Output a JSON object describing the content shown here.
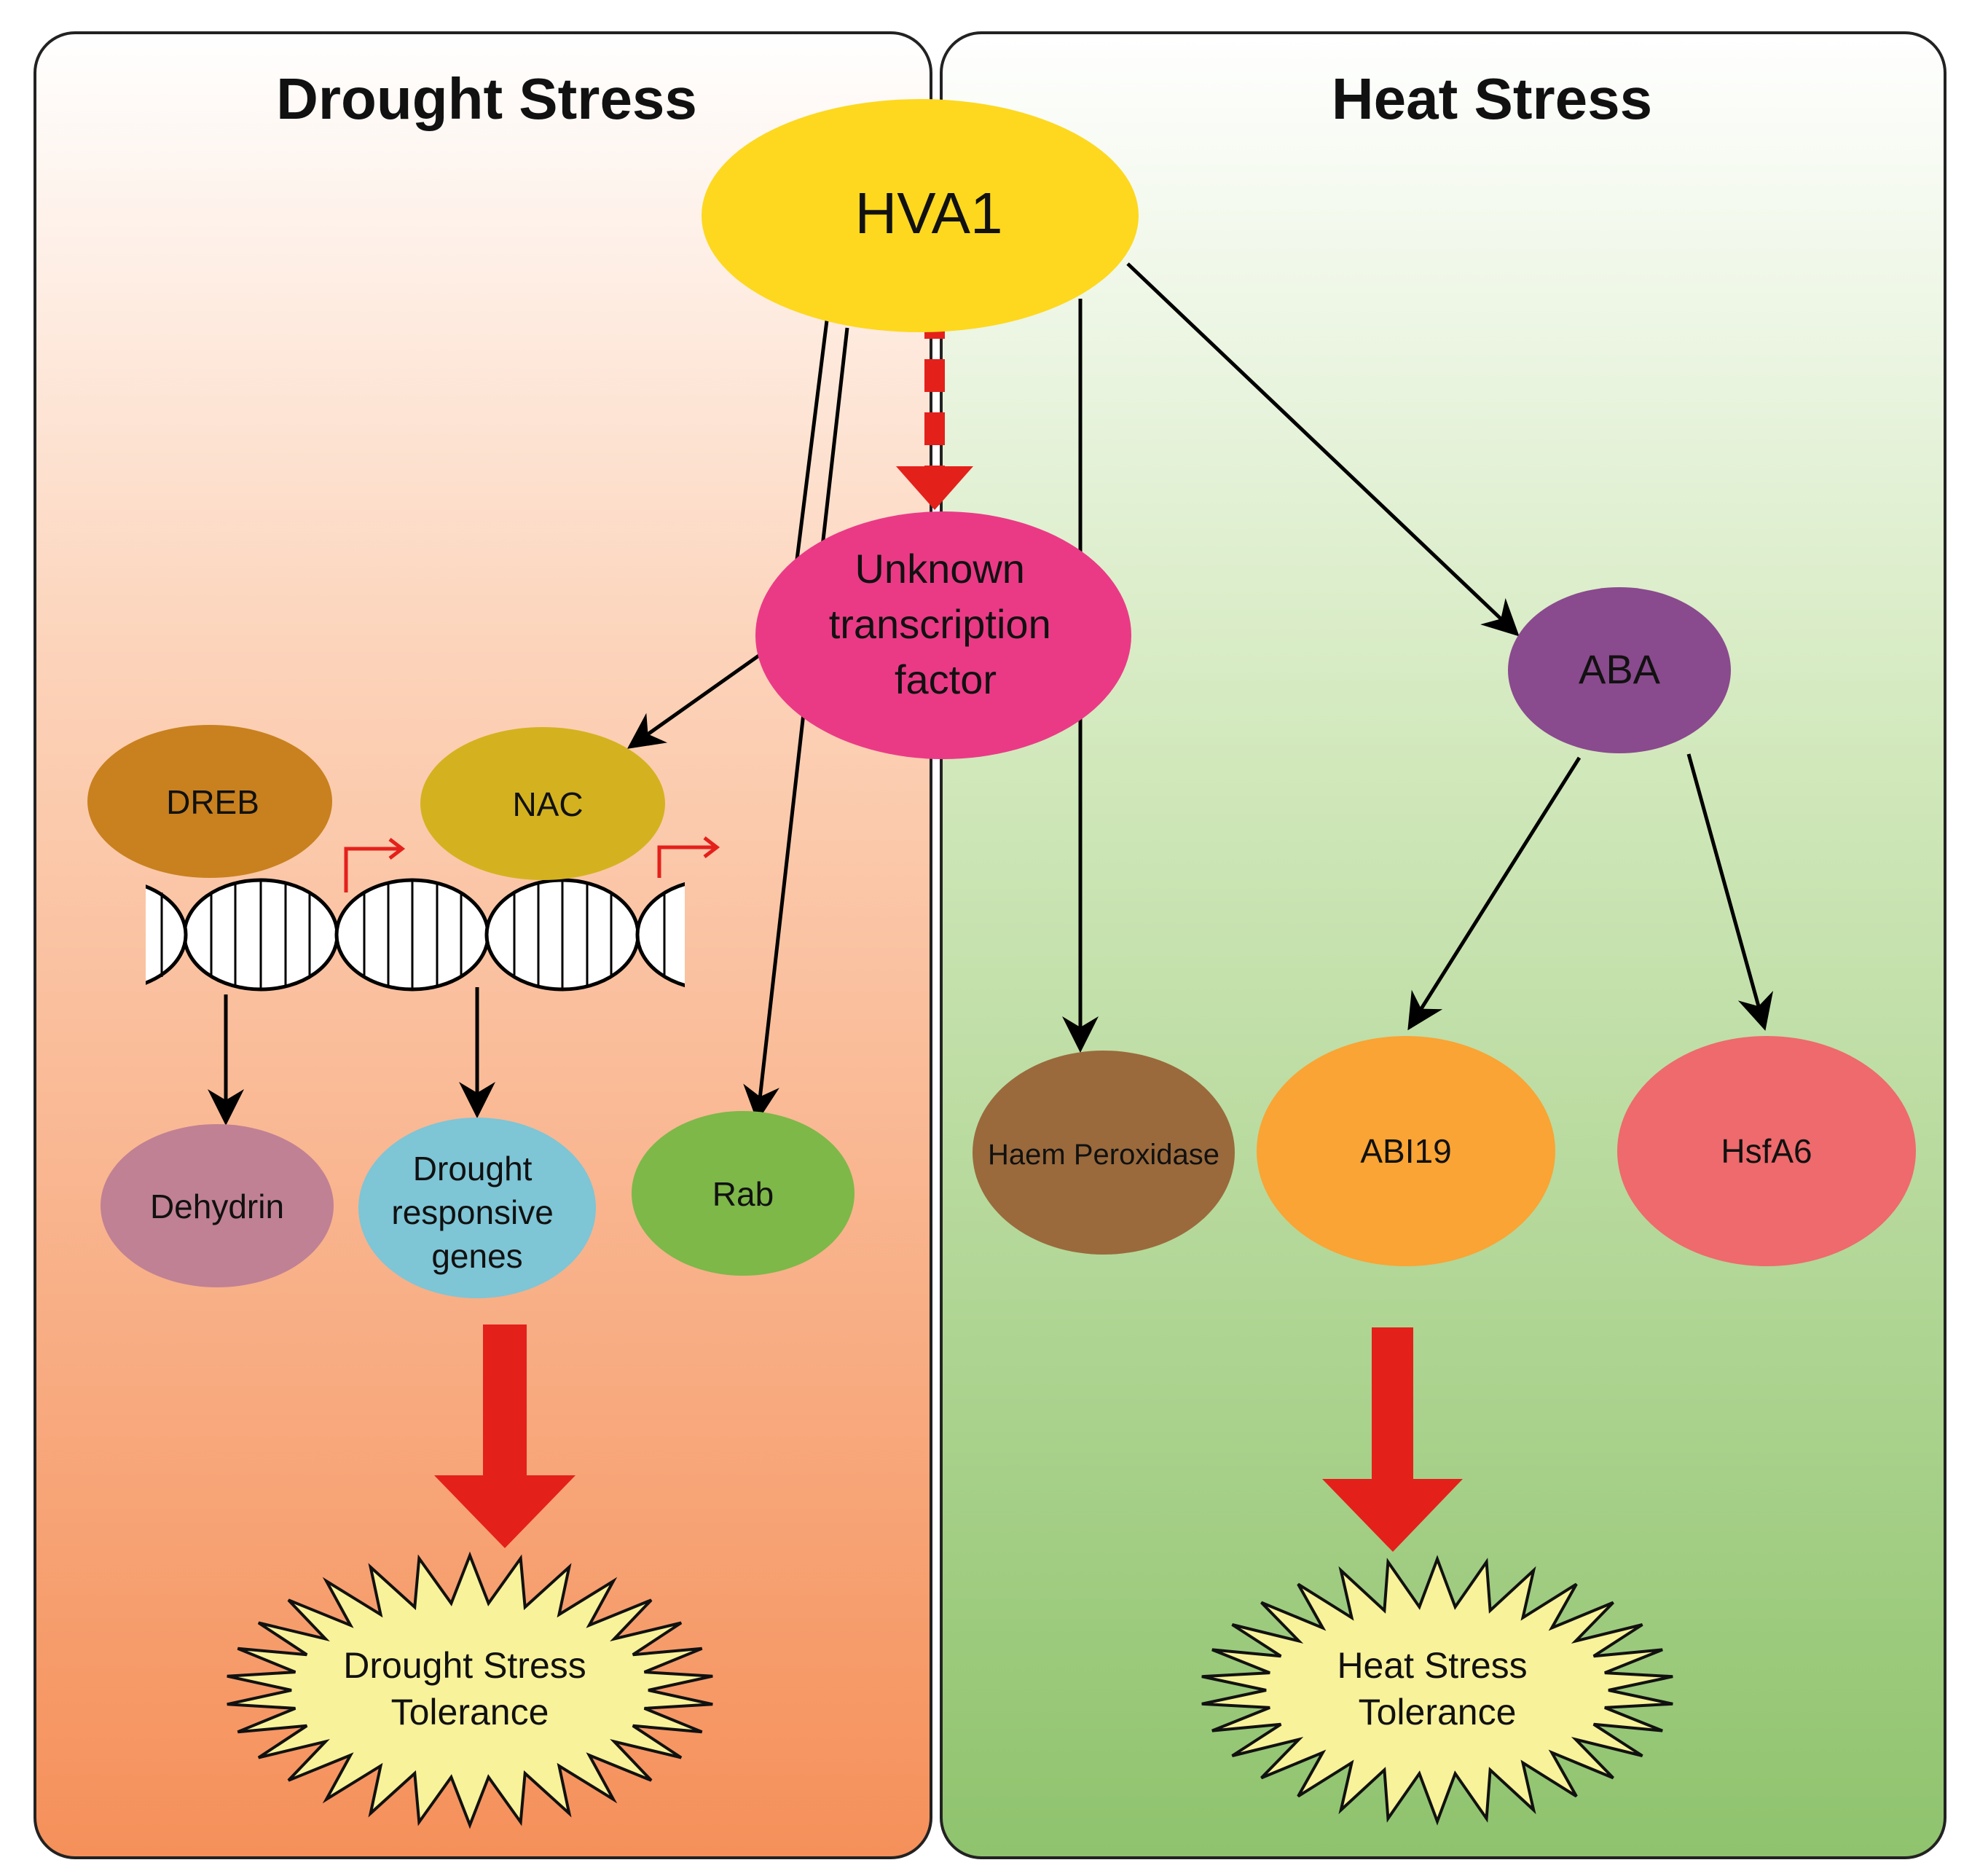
{
  "panels": {
    "drought": {
      "title": "Drought Stress"
    },
    "heat": {
      "title": "Heat Stress"
    }
  },
  "nodes": {
    "hva1": {
      "label": "HVA1",
      "color": "#fdd81e"
    },
    "unknown_tf": {
      "lines": [
        "Unknown",
        "transcription",
        "factor"
      ],
      "color": "#ea3a86"
    },
    "aba": {
      "label": "ABA",
      "color": "#8a4a8e"
    },
    "dreb": {
      "label": "DREB",
      "color": "#c8811e"
    },
    "nac": {
      "label": "NAC",
      "color": "#d4b21f"
    },
    "dehydrin": {
      "label": "Dehydrin",
      "color": "#c08194"
    },
    "drought_genes": {
      "lines": [
        "Drought",
        "responsive",
        "genes"
      ],
      "color": "#7ec5d6"
    },
    "rab": {
      "label": "Rab",
      "color": "#7db849"
    },
    "haem_peroxidase": {
      "label": "Haem Peroxidase",
      "color": "#9a6a3c"
    },
    "abi19": {
      "label": "ABI19",
      "color": "#f9a434"
    },
    "hsfa6": {
      "label": "HsfA6",
      "color": "#ee6a6c"
    }
  },
  "outcomes": {
    "drought": {
      "lines": [
        "Drought Stress",
        "Tolerance"
      ]
    },
    "heat": {
      "lines": [
        "Heat Stress",
        "Tolerance"
      ]
    }
  },
  "colors": {
    "drought_bg_top": "#ffffff",
    "drought_bg_bottom": "#f5905a",
    "heat_bg_top": "#ffffff",
    "heat_bg_bottom": "#8fc36d",
    "arrow_red": "#e4201b",
    "starburst_fill": "#f8f29a"
  }
}
